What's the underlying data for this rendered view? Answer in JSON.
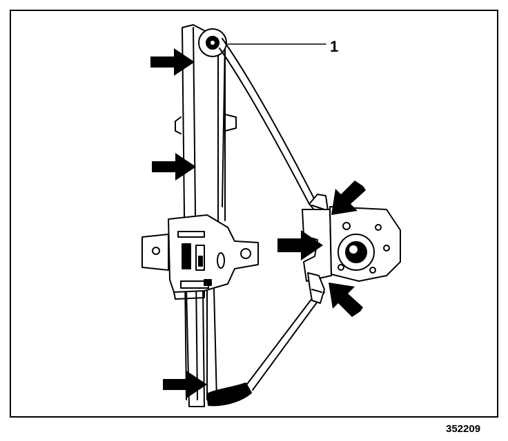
{
  "diagram": {
    "callouts": [
      {
        "id": "1",
        "label": "1",
        "refers_to": "cable-pulley"
      }
    ],
    "figure_number": "352209",
    "arrow_count": 6,
    "colors": {
      "ink": "#000000",
      "paper": "#ffffff"
    }
  }
}
